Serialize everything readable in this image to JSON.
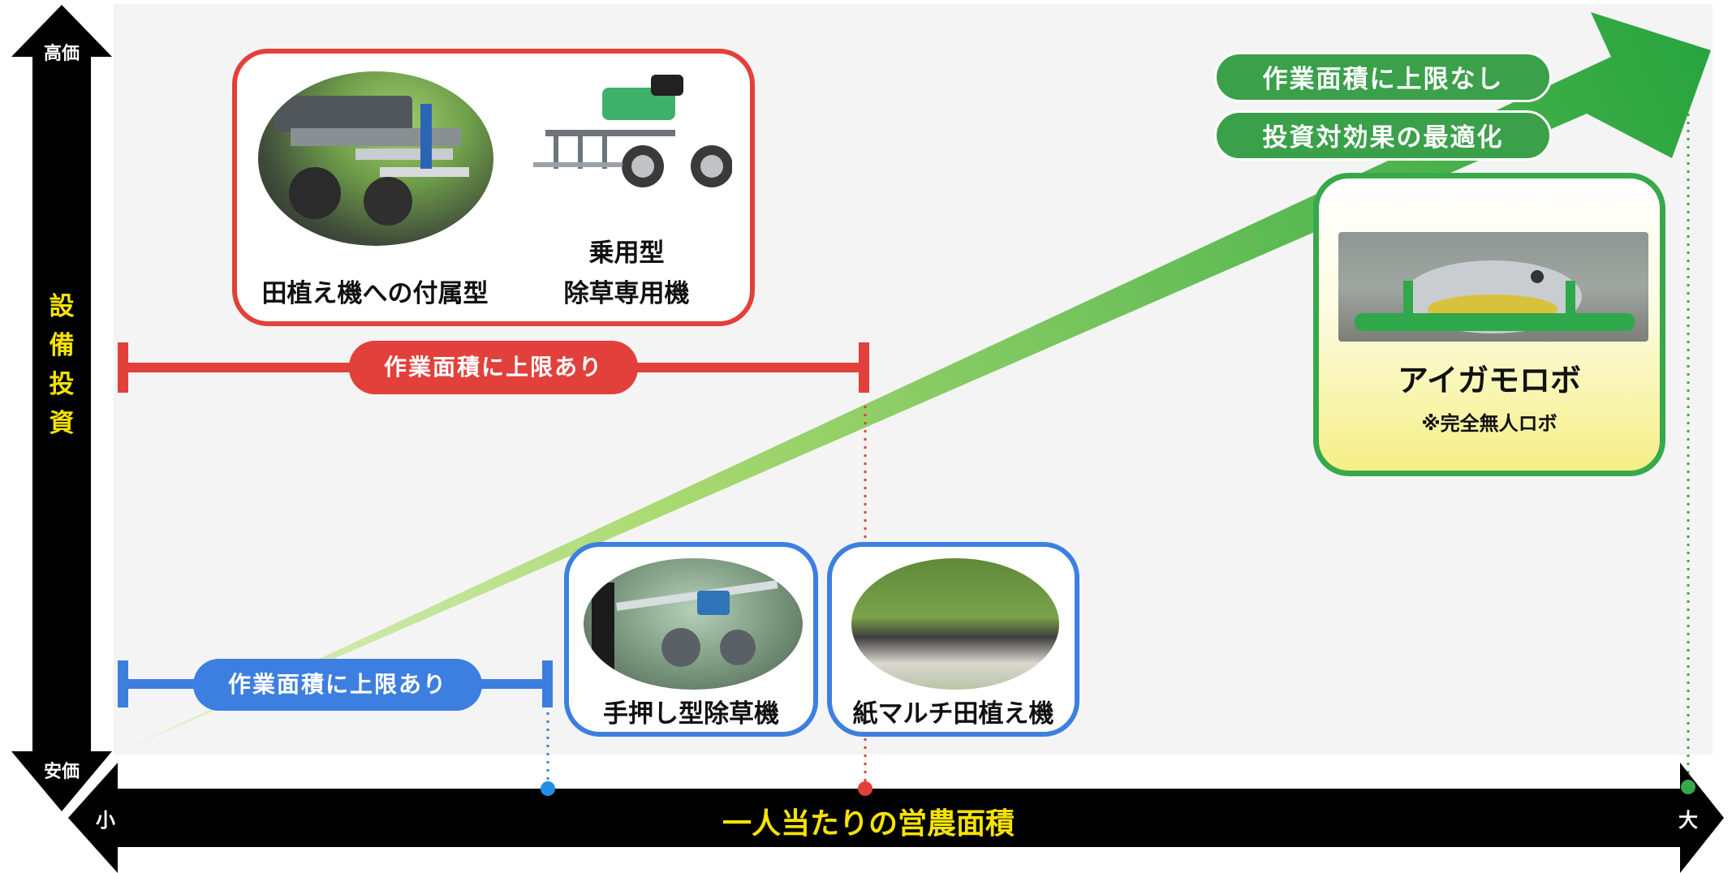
{
  "y_axis": {
    "top_label": "高価",
    "bottom_label": "安価",
    "title_chars": [
      "設",
      "備",
      "投",
      "資"
    ]
  },
  "x_axis": {
    "left_label": "小",
    "right_label": "大",
    "title": "一人当たりの営農面積"
  },
  "red_group": {
    "items": [
      {
        "label": "田植え機への付属型"
      },
      {
        "label_line1": "乗用型",
        "label_line2": "除草専用機"
      }
    ],
    "range_label": "作業面積に上限あり"
  },
  "blue_group": {
    "range_label": "作業面積に上限あり",
    "items": [
      {
        "label": "手押し型除草機"
      },
      {
        "label": "紙マルチ田植え機"
      }
    ]
  },
  "green_group": {
    "pills": [
      "作業面積に上限なし",
      "投資対効果の最適化"
    ],
    "product_name": "アイガモロボ",
    "product_note": "※完全無人ロボ"
  },
  "colors": {
    "red": "#e2403a",
    "blue": "#3d7fe0",
    "green": "#36a94b",
    "axis": "#000000",
    "axis_title": "#f4e300"
  }
}
